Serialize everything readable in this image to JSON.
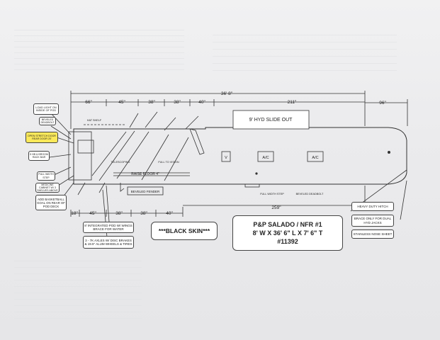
{
  "title_block": {
    "line1": "P&P SALADO / NFR #1",
    "line2": "8' W X 36' 6\" L X 7' 6\" T",
    "line3": "#11392"
  },
  "black_skin": "***BLACK SKIN***",
  "dims_top": {
    "overall": "36' 8\"",
    "right_overhang": "96\"",
    "d66": "66\"",
    "d45": "45\"",
    "d38a": "38\"",
    "d38b": "38\"",
    "d40": "40\"",
    "d211": "211\""
  },
  "dims_bottom": {
    "d18": "18\"",
    "d45": "45\"",
    "d38a": "38\"",
    "d38b": "38\"",
    "d40": "40\"",
    "d259": "259\""
  },
  "interior_labels": {
    "slide_out": "9' HYD SLIDE OUT",
    "v": "V",
    "ac1": "A/C",
    "ac2": "A/C",
    "raise_floor": "RAISE FLOOR 4\"",
    "telescoping": "TELESCOPING",
    "full_vision": "FULL TO VISION",
    "hat_shelf": "HAT SHELF",
    "beveled_fender": "BEVELED FENDER",
    "full_width_step": "FULL WIDTH STEP",
    "beveled_deadbolt": "BEVELED DEADBOLT"
  },
  "left_callouts": {
    "load_light": "LOAD LIGHT ON INSIDE OF POD",
    "beveled_deadbolt": "BEVELED DEADBOLT",
    "open_stretch": "OPEN STRETCH DOOR REAR DOOR 20'",
    "hb_room": "5 HB & BROOM RACK BAR",
    "pull_width": "PULL WIDTH STEP",
    "medicine_cabinet": "MEDICINE CABINET W/ 3 SHELVES ABOVE",
    "basketball": "ADD BASKETBALL GOAL ON REAR OF POD DECK"
  },
  "bottom_callouts": {
    "pod": "8' INTEGRATED POD W/ WINGS BRACE FOR WATER",
    "axles": "3 - 7K AXLES W/ DISC BRAKES & 19.5\" ALUM WHEELS & TIRES"
  },
  "right_callouts": {
    "heavy_hitch": "HEAVY DUTY HITCH",
    "brace": "BRACE ONLY FOR DUAL HYD JACKS",
    "nose_sheet": "STAINLESS NOSE SHEET"
  }
}
